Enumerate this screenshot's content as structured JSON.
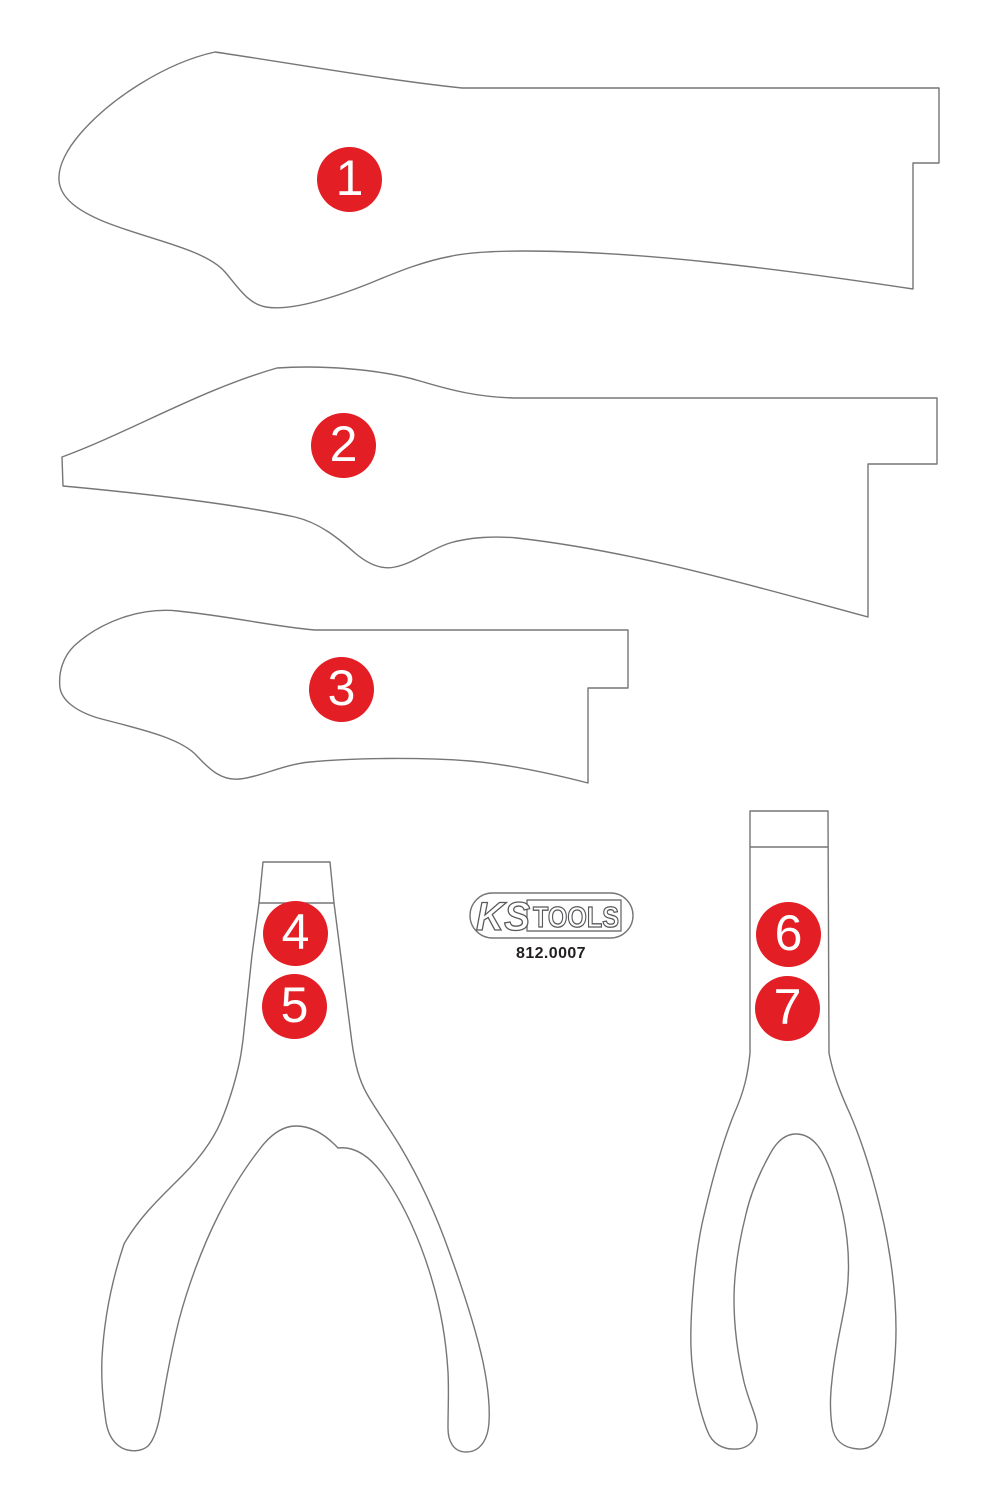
{
  "diagram": {
    "brand": {
      "logo_ks": "KS",
      "logo_tools": "TOOLS",
      "part_number": "812.0007"
    },
    "markers": [
      {
        "label": "1"
      },
      {
        "label": "2"
      },
      {
        "label": "3"
      },
      {
        "label": "4"
      },
      {
        "label": "5"
      },
      {
        "label": "6"
      },
      {
        "label": "7"
      }
    ],
    "shapes": [
      {
        "icon": "wedge-tool-outline-large-icon",
        "marker": "1"
      },
      {
        "icon": "pointed-blade-outline-icon",
        "marker": "2"
      },
      {
        "icon": "wedge-tool-outline-small-icon",
        "marker": "3"
      },
      {
        "icon": "pliers-outline-wide-icon",
        "markers": "4,5"
      },
      {
        "icon": "pliers-outline-narrow-icon",
        "markers": "6,7"
      }
    ],
    "colors": {
      "marker_background": "#e31e24",
      "marker_text": "#ffffff",
      "outline_stroke": "#767676",
      "logo_stroke": "#58595b",
      "part_number_text": "#231f20"
    }
  }
}
